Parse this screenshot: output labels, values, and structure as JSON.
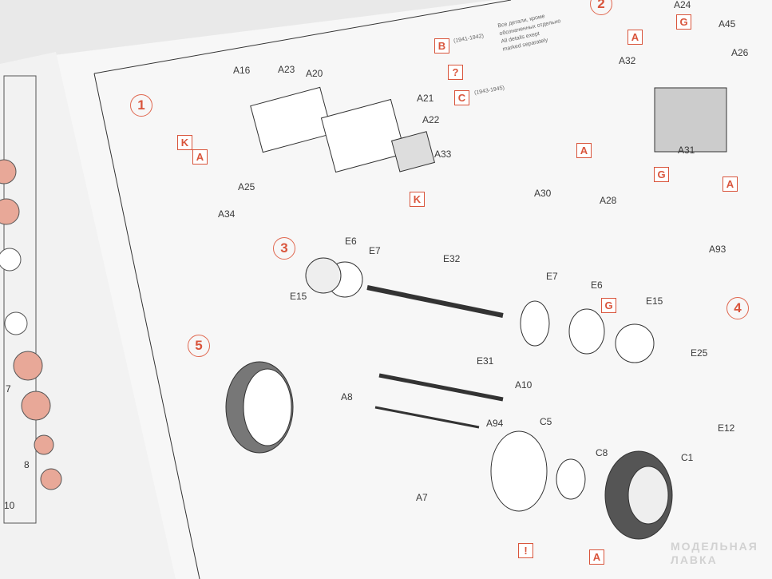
{
  "note": {
    "ru_line1": "Все детали, кроме",
    "ru_line2": "обозначенных отдельно",
    "en_line1": "All details exept",
    "en_line2": "marked separately"
  },
  "years": {
    "b": "(1941-1942)",
    "c": "(1943-1945)"
  },
  "steps": [
    "1",
    "2",
    "3",
    "4",
    "5"
  ],
  "variant_boxes": {
    "b": "B",
    "q": "?",
    "c": "C"
  },
  "markers": {
    "k": "K",
    "a": "A",
    "g": "G",
    "warn": "!"
  },
  "parts": {
    "a16": "A16",
    "a23": "A23",
    "a20": "A20",
    "a21": "A21",
    "a22": "A22",
    "a33": "A33",
    "a25": "A25",
    "a34": "A34",
    "a24": "A24",
    "a45": "A45",
    "a26": "A26",
    "a32": "A32",
    "a31": "A31",
    "a30": "A30",
    "a28": "A28",
    "a93": "A93",
    "e6": "E6",
    "e7": "E7",
    "e32": "E32",
    "e15": "E15",
    "e31": "E31",
    "e25": "E25",
    "e12": "E12",
    "a10": "A10",
    "a8": "A8",
    "a94": "A94",
    "c5": "C5",
    "c8": "C8",
    "c1": "C1",
    "a7": "A7"
  },
  "sprue_numbers": [
    "7",
    "8",
    "10"
  ],
  "watermark": {
    "line1": "МОДЕЛЬНАЯ",
    "line2": "ЛАВКА"
  },
  "colors": {
    "accent": "#d9553c",
    "paper": "#f7f7f7",
    "part_pink": "#e8a898"
  }
}
